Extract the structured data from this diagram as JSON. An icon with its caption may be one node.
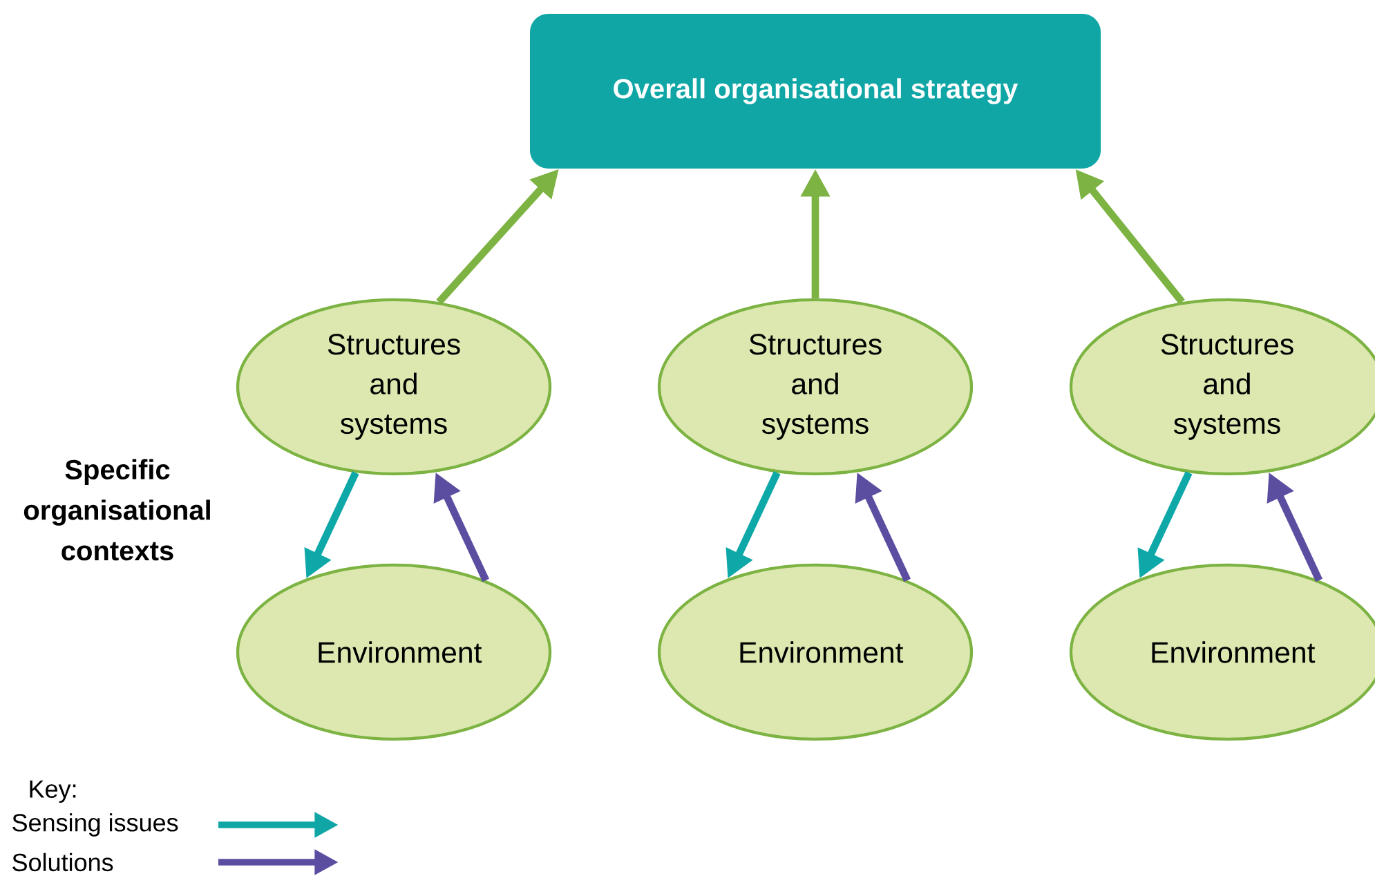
{
  "diagram": {
    "nodes": [
      {
        "text": [
          "Overall organisational strategy"
        ]
      },
      {
        "text": [
          "Structures and systems"
        ]
      },
      {
        "text": [
          "Structures and systems"
        ]
      },
      {
        "text": [
          "Structures and systems"
        ]
      },
      {
        "text": [
          "Environment"
        ]
      },
      {
        "text": [
          "Environment"
        ]
      },
      {
        "text": [
          "Environment"
        ]
      }
    ],
    "edges": [
      {
        "from": 1,
        "to": 0,
        "arrow": "to",
        "color": "#7cb342"
      },
      {
        "from": 2,
        "to": 0,
        "arrow": "to",
        "color": "#7cb342"
      },
      {
        "from": 3,
        "to": 0,
        "arrow": "to",
        "color": "#7cb342"
      },
      {
        "from": 1,
        "to": 4,
        "arrow": "to",
        "color": "#0fa8a8"
      },
      {
        "from": 4,
        "to": 1,
        "arrow": "to",
        "color": "#5b4ea0"
      },
      {
        "from": 2,
        "to": 5,
        "arrow": "to",
        "color": "#0fa8a8"
      },
      {
        "from": 5,
        "to": 2,
        "arrow": "to",
        "color": "#5b4ea0"
      },
      {
        "from": 3,
        "to": 6,
        "arrow": "to",
        "color": "#0fa8a8"
      },
      {
        "from": 6,
        "to": 3,
        "arrow": "to",
        "color": "#5b4ea0"
      }
    ],
    "labels": [
      "Specific organisational contexts",
      "Key:"
    ],
    "legend": [
      {
        "text": "Sensing issues"
      },
      {
        "text": "Solutions"
      }
    ]
  }
}
